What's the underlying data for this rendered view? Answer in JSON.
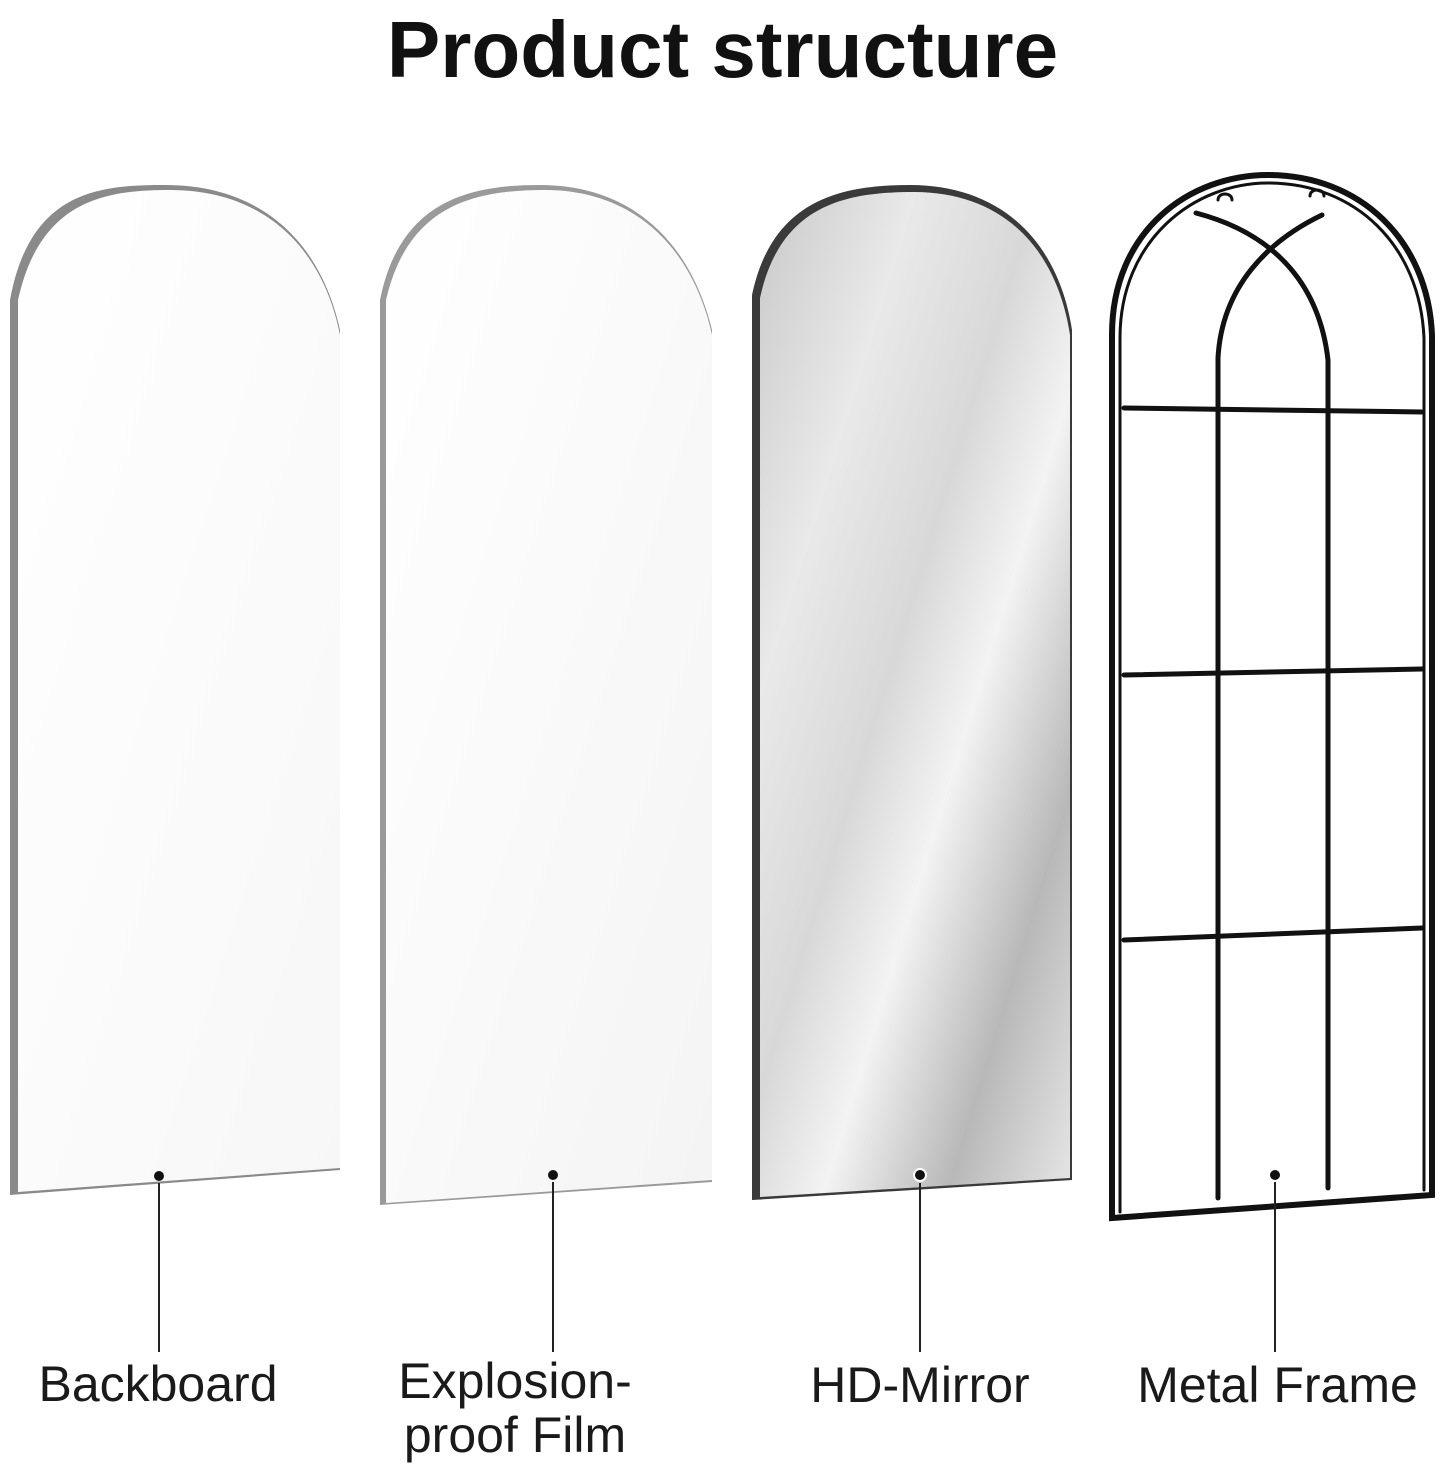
{
  "title": "Product structure",
  "layers": [
    {
      "name": "Backboard",
      "lines": [
        "Backboard"
      ]
    },
    {
      "name": "Explosion-proof Film",
      "lines": [
        "Explosion-",
        "proof Film"
      ]
    },
    {
      "name": "HD-Mirror",
      "lines": [
        "HD-Mirror"
      ]
    },
    {
      "name": "Metal Frame",
      "lines": [
        "Metal Frame"
      ]
    }
  ],
  "colors": {
    "panel_white": "#ffffff",
    "panel_edge": "#9e9e9e",
    "mirror_light": "#f2f2f2",
    "mirror_dark": "#b5b5b5",
    "frame_black": "#111111",
    "leader_line": "#222222"
  }
}
